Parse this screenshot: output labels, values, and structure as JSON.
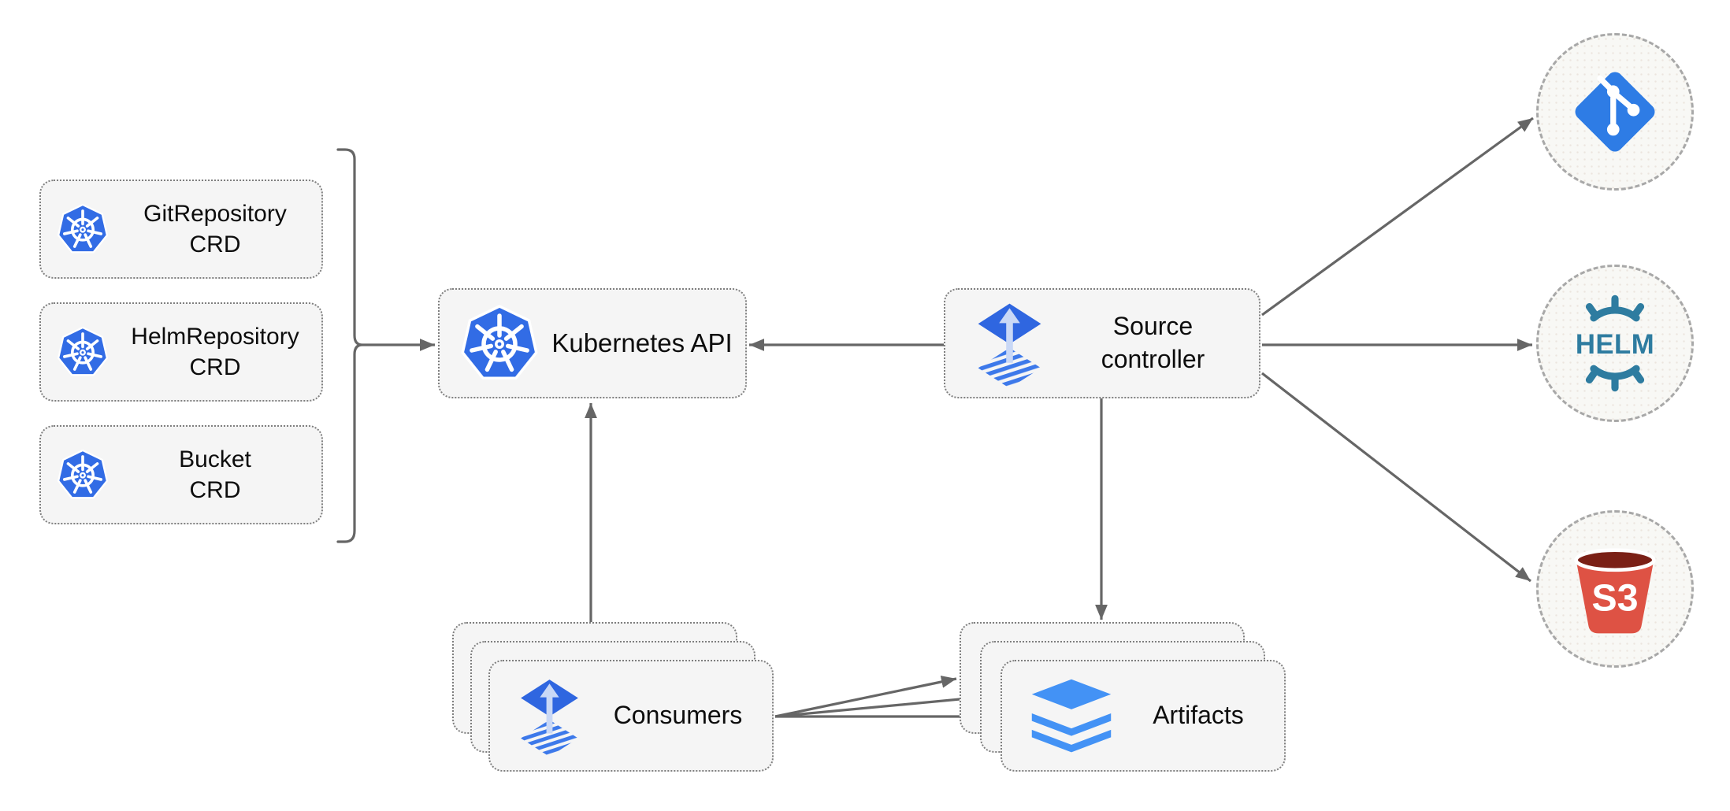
{
  "nodes": {
    "git_repository_crd": {
      "label": "GitRepository\nCRD"
    },
    "helm_repository_crd": {
      "label": "HelmRepository\nCRD"
    },
    "bucket_crd": {
      "label": "Bucket\nCRD"
    },
    "kubernetes_api": {
      "label": "Kubernetes API"
    },
    "source_controller": {
      "label": "Source\ncontroller"
    },
    "consumers": {
      "label": "Consumers"
    },
    "artifacts": {
      "label": "Artifacts"
    }
  },
  "endpoints": {
    "git": {
      "icon": "git-icon"
    },
    "helm": {
      "icon": "helm-icon",
      "label": "HELM"
    },
    "s3": {
      "icon": "s3-bucket-icon",
      "label": "S3"
    }
  },
  "edges": [
    {
      "from": "crd-group",
      "to": "kubernetes_api"
    },
    {
      "from": "source_controller",
      "to": "kubernetes_api"
    },
    {
      "from": "consumers",
      "to": "kubernetes_api"
    },
    {
      "from": "source_controller",
      "to": "artifacts"
    },
    {
      "from": "source_controller",
      "to": "git"
    },
    {
      "from": "source_controller",
      "to": "helm"
    },
    {
      "from": "source_controller",
      "to": "s3"
    },
    {
      "from": "consumers",
      "to": "artifacts"
    }
  ],
  "colors": {
    "kubernetes_blue": "#326CE5",
    "flux_blue": "#2F66E0",
    "flux_stripe_blue": "#3D79EA",
    "flux_arrow_light": "#C9D8F6",
    "git_blue": "#2E7CE5",
    "helm_teal": "#2E7CA0",
    "s3_red": "#DE5244",
    "s3_dark_top": "#7A2016",
    "artifact_blue": "#4392F5",
    "arrow_gray": "#666666",
    "node_fill": "#F5F5F5"
  }
}
